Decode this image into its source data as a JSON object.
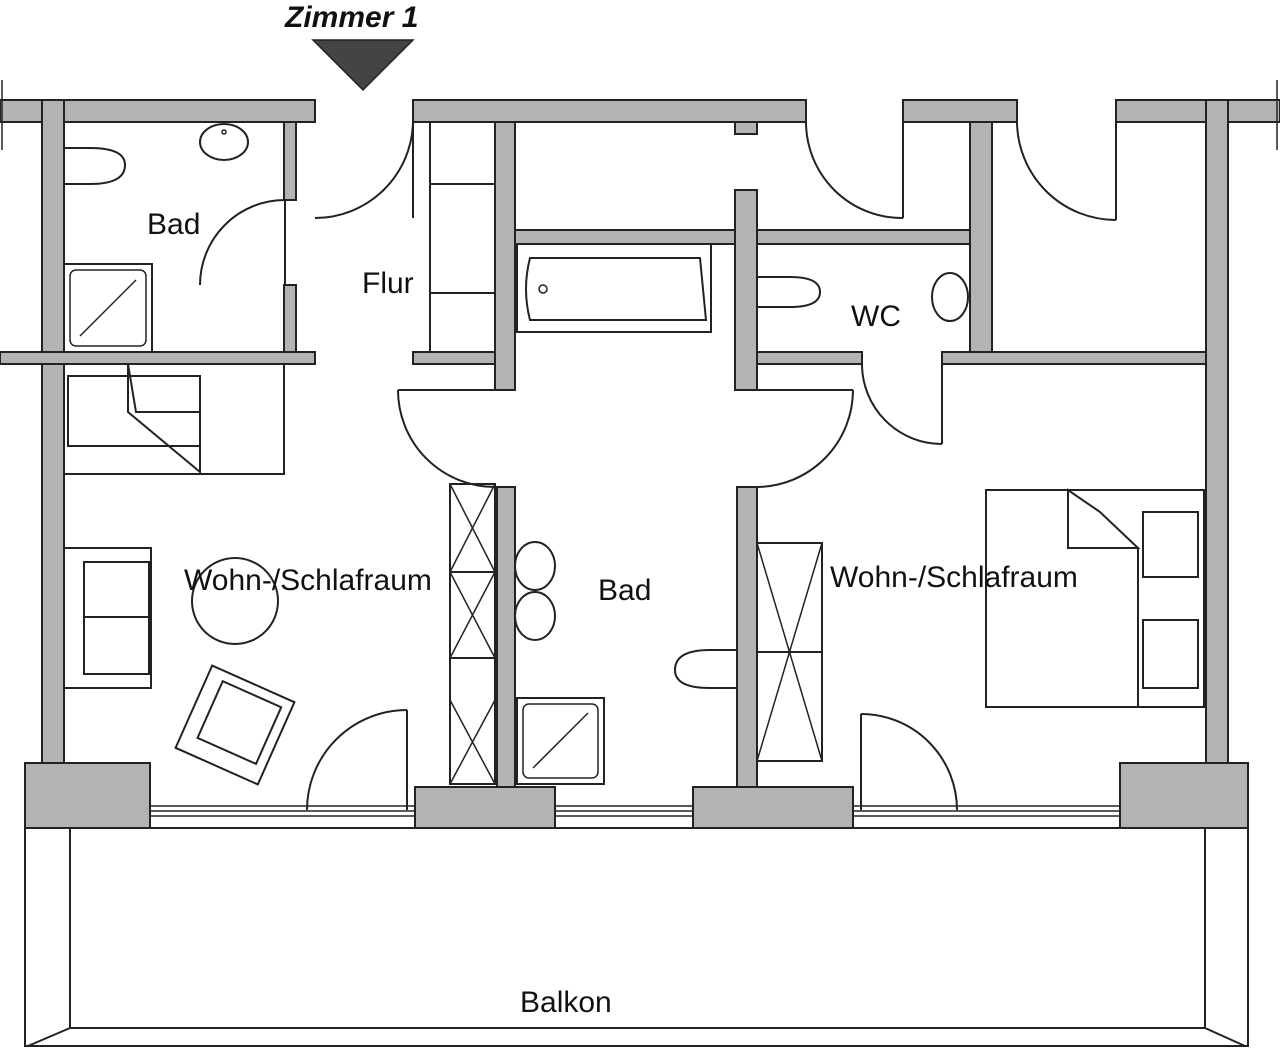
{
  "title": {
    "text": "Zimmer 1"
  },
  "rooms": {
    "bad_small": "Bad",
    "flur": "Flur",
    "wc": "WC",
    "wohn_left": "Wohn-/Schlafraum",
    "bad_center": "Bad",
    "wohn_right": "Wohn-/Schlafraum",
    "balkon": "Balkon"
  },
  "colors": {
    "wall_fill": "#b3b3b3",
    "line": "#222222",
    "background": "#ffffff"
  },
  "icons": {
    "entrance_marker": "triangle-down-icon"
  }
}
